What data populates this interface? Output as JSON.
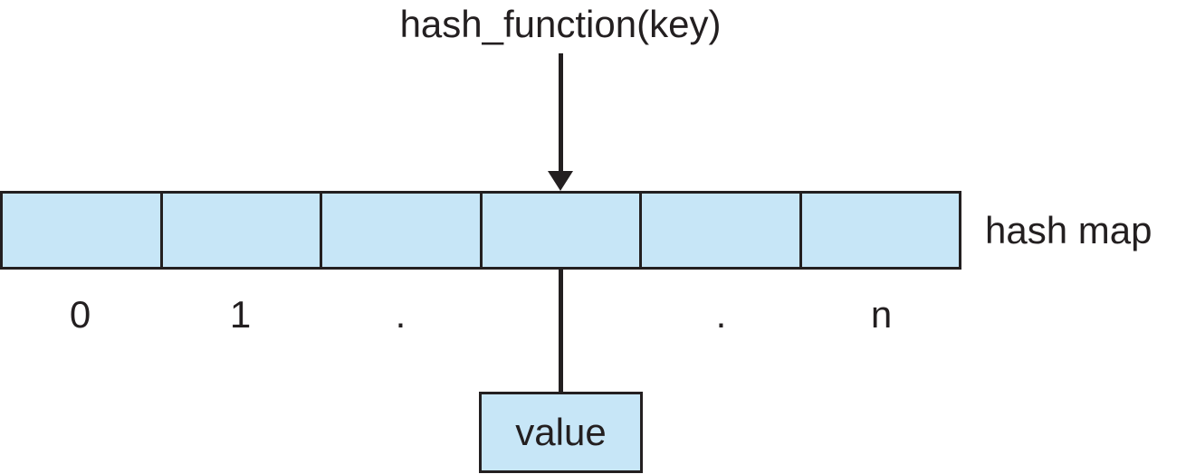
{
  "diagram": {
    "title": "hash_function(key)",
    "map_label": "hash map",
    "value_box_label": "value",
    "cell_count": 6,
    "arrow_target_cell_index": 3,
    "index_labels": [
      "0",
      "1",
      ".",
      "",
      ".",
      "n"
    ],
    "colors": {
      "cell_fill": "#c7e6f7",
      "line": "#231f20",
      "background": "#ffffff"
    }
  }
}
